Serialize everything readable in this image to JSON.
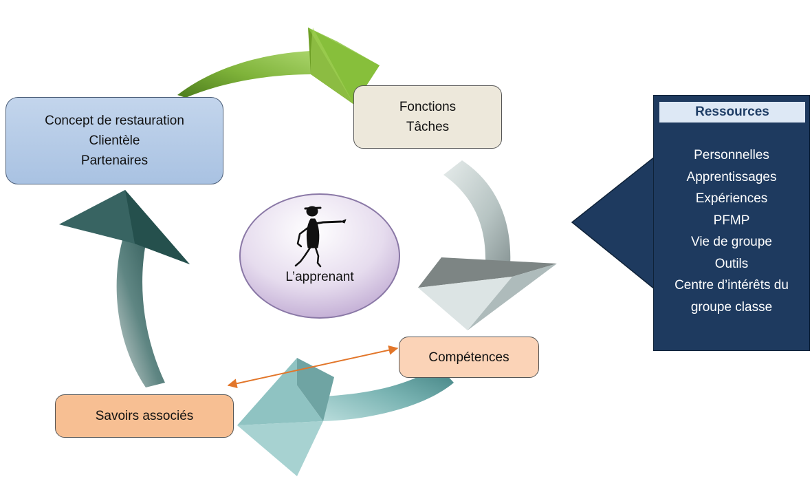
{
  "nodes": {
    "concept": {
      "lines": [
        "Concept de restauration",
        "Clientèle",
        "Partenaires"
      ]
    },
    "fonctions": {
      "lines": [
        "Fonctions",
        "Tâches"
      ]
    },
    "competences": {
      "label": "Compétences"
    },
    "savoirs": {
      "label": "Savoirs associés"
    }
  },
  "center": {
    "label": "L’apprenant"
  },
  "resources": {
    "title": "Ressources",
    "items": [
      "Personnelles",
      "Apprentissages",
      "Expériences",
      "PFMP",
      "Vie de groupe",
      "Outils",
      "Centre d’intérêts du",
      "groupe classe"
    ]
  },
  "colors": {
    "arrow_top": "#8cbf3c",
    "arrow_right": "#b8c4c4",
    "arrow_bottom": "#7bb7b7",
    "arrow_left": "#3e6f6c",
    "link_arrow": "#e2762a",
    "resources_panel": "#1e3a5f"
  }
}
